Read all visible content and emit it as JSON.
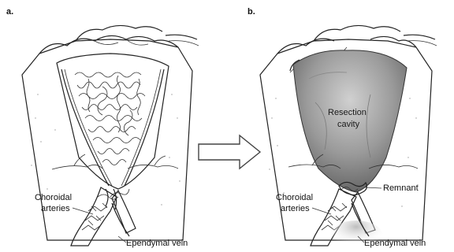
{
  "panels": [
    {
      "letter": "a.",
      "labels": {
        "arteries_line1": "Choroidal",
        "arteries_line2": "arteries",
        "vein": "Ependymal vein"
      }
    },
    {
      "letter": "b.",
      "labels": {
        "cavity_line1": "Resection",
        "cavity_line2": "cavity",
        "remnant": "Remnant",
        "arteries_line1": "Choroidal",
        "arteries_line2": "arteries",
        "vein": "Ependymal vein"
      }
    }
  ],
  "colors": {
    "ink": "#222222",
    "tissue": "#f7f4ee",
    "cavity_dark": "#6e6e6e",
    "cavity_light": "#d9d9d9"
  }
}
